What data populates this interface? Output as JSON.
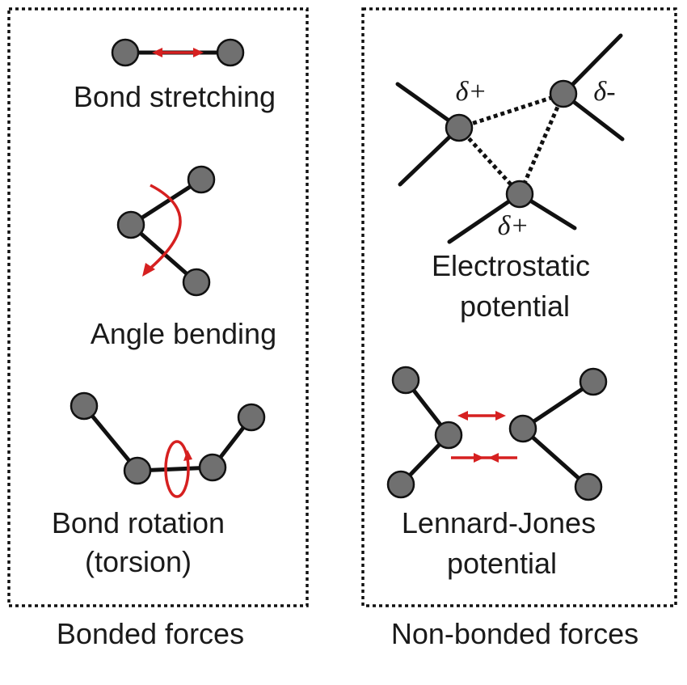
{
  "panels": {
    "bonded": {
      "caption": "Bonded forces",
      "items": {
        "stretching": "Bond stretching",
        "bending": "Angle bending",
        "rotation_line1": "Bond rotation",
        "rotation_line2": "(torsion)"
      }
    },
    "nonbonded": {
      "caption": "Non-bonded forces",
      "items": {
        "electrostatic_line1": "Electrostatic",
        "electrostatic_line2": "potential",
        "lj_line1": "Lennard-Jones",
        "lj_line2": "potential"
      },
      "charges": {
        "left": "δ+",
        "right": "δ-",
        "bottom": "δ+"
      }
    }
  },
  "colors": {
    "atom": "#707070",
    "bond": "#111111",
    "arrow": "#d62020"
  }
}
